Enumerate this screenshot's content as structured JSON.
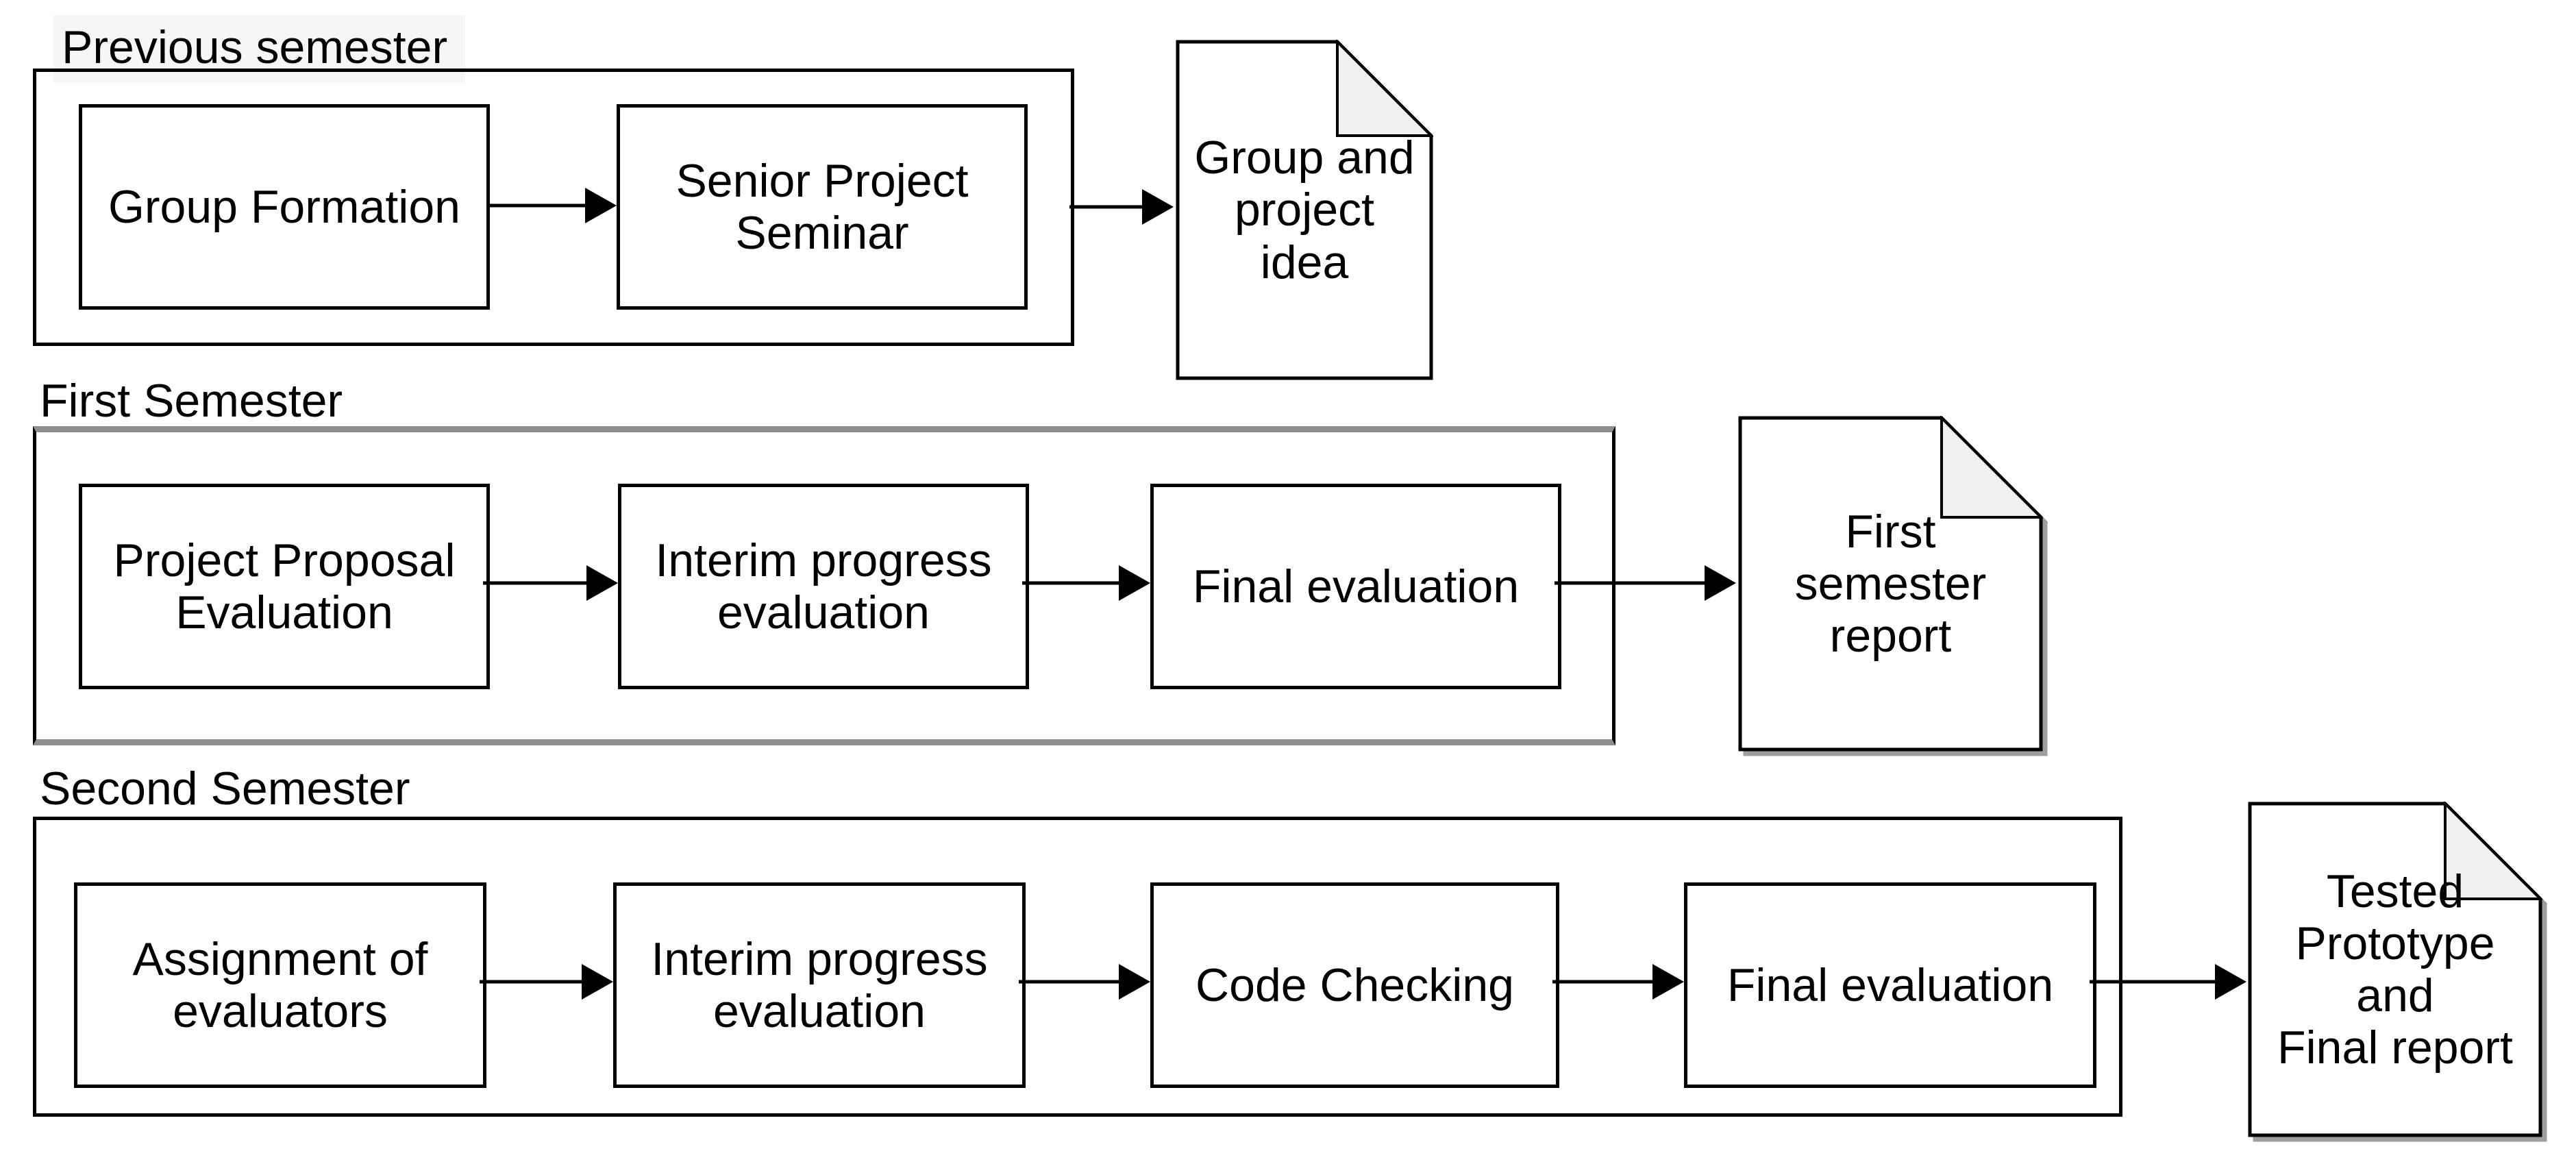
{
  "colors": {
    "stroke": "#000000",
    "second_container_border": "#8e8e8e",
    "heading_highlight_bg": "#f5f6f8",
    "fold_fill": "#f0f0f0",
    "document_shadow": "#9e9e9e",
    "background": "#ffffff"
  },
  "sections": [
    {
      "label": "Previous semester",
      "boxes": [
        {
          "label": "Group Formation"
        },
        {
          "label": "Senior Project\nSeminar"
        }
      ],
      "document": {
        "label": "Group and\nproject\nidea"
      }
    },
    {
      "label": "First Semester",
      "boxes": [
        {
          "label": "Project Proposal\nEvaluation"
        },
        {
          "label": "Interim progress\nevaluation"
        },
        {
          "label": "Final evaluation"
        }
      ],
      "document": {
        "label": "First\nsemester\nreport"
      }
    },
    {
      "label": "Second Semester",
      "boxes": [
        {
          "label": "Assignment of\nevaluators"
        },
        {
          "label": "Interim progress\nevaluation"
        },
        {
          "label": "Code Checking"
        },
        {
          "label": "Final evaluation"
        }
      ],
      "document": {
        "label": "Tested\nPrototype\nand\nFinal report"
      }
    }
  ]
}
